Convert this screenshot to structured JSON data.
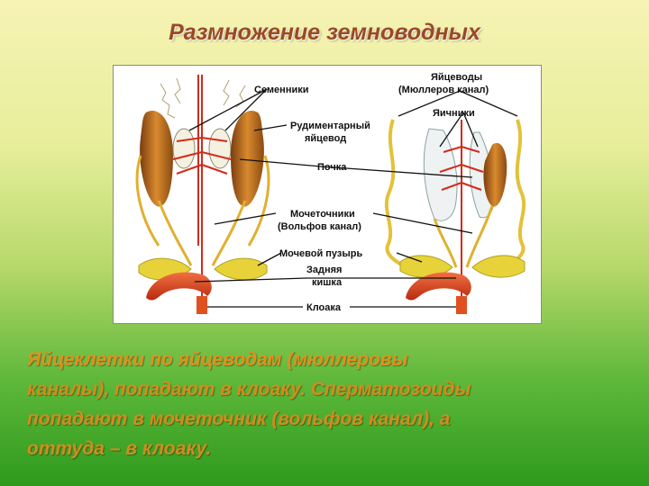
{
  "title": "Размножение земноводных",
  "figure": {
    "labels": {
      "testes": "Семенники",
      "rudimentary_oviduct_1": "Рудиментарный",
      "rudimentary_oviduct_2": "яйцевод",
      "kidney": "Почка",
      "ureters_1": "Мочеточники",
      "ureters_2": "(Вольфов канал)",
      "bladder": "Мочевой пузырь",
      "hindgut_1": "Задняя",
      "hindgut_2": "кишка",
      "cloaca": "Клоака",
      "oviducts_1": "Яйцеводы",
      "oviducts_2": "(Мюллеров канал)",
      "ovaries": "Яичники"
    }
  },
  "caption": {
    "line1": "Яйцеклетки по яйцеводам (мюллеровы",
    "line2": "каналы), попадают в клоаку. Сперматозоиды",
    "line3": "попадают в мочеточник (вольфов канал), а",
    "line4": "оттуда – в клоаку."
  },
  "colors": {
    "title": "#9a4a22",
    "caption": "#d58a1e",
    "kidney": "#c8741e",
    "gut": "#d4401a",
    "bladder": "#e8d23a",
    "vessel": "#d42a1a"
  }
}
